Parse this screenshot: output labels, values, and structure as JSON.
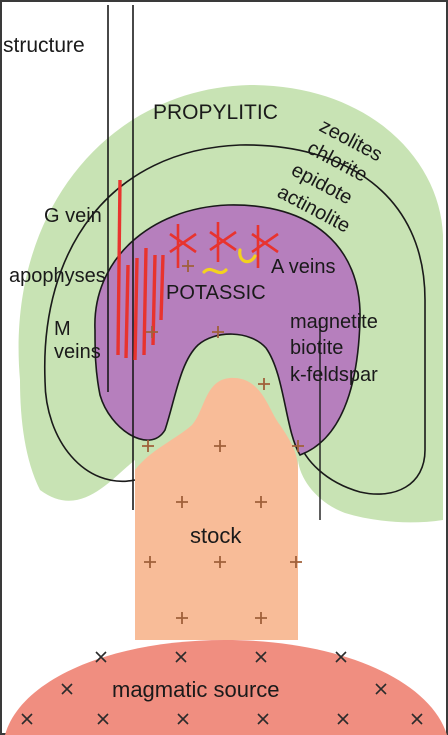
{
  "labels": {
    "structure": "structure",
    "propylitic": "PROPYLITIC",
    "zeolites": "zeolites",
    "chlorite": "chlorite",
    "epidote": "epidote",
    "actinolite": "actinolite",
    "g_vein": "G vein",
    "apophyses": "apophyses",
    "a_veins": "A veins",
    "potassic": "POTASSIC",
    "m_veins_line1": "M",
    "m_veins_line2": "veins",
    "magnetite": "magnetite",
    "biotite": "biotite",
    "k_feldspar": "k-feldspar",
    "stock": "stock",
    "magmatic_source": "magmatic source"
  },
  "colors": {
    "propylitic_zone": "#c8e3b4",
    "potassic_zone": "#b67fbd",
    "stock": "#f8bc98",
    "magmatic_source": "#f08e80",
    "red_veins": "#e8332e",
    "yellow_veins": "#f3d21f",
    "plus_marks": "#a0603a",
    "x_marks": "#2b2b2b",
    "outline": "#1a1a1a"
  }
}
